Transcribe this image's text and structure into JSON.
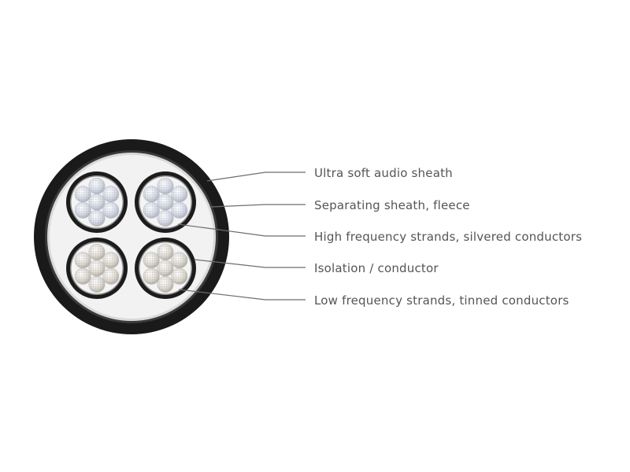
{
  "callouts": [
    {
      "id": "ultra-soft-audio-sheath",
      "label": "Ultra soft audio sheath"
    },
    {
      "id": "separating-sheath-fleece",
      "label": "Separating sheath, fleece"
    },
    {
      "id": "high-frequency-strands",
      "label": "High frequency strands, silvered conductors"
    },
    {
      "id": "isolation-conductor",
      "label": "Isolation / conductor"
    },
    {
      "id": "low-frequency-strands",
      "label": "Low frequency strands, tinned conductors"
    }
  ],
  "colors": {
    "outer_sheath": "#1a1a1a",
    "fleece": "#ececec",
    "insulation": "#1c1c1c",
    "silvered_strand": "#cfd2da",
    "tinned_strand": "#d8d5cf",
    "label_text": "#555555",
    "leader_line": "#6e6e6e"
  }
}
